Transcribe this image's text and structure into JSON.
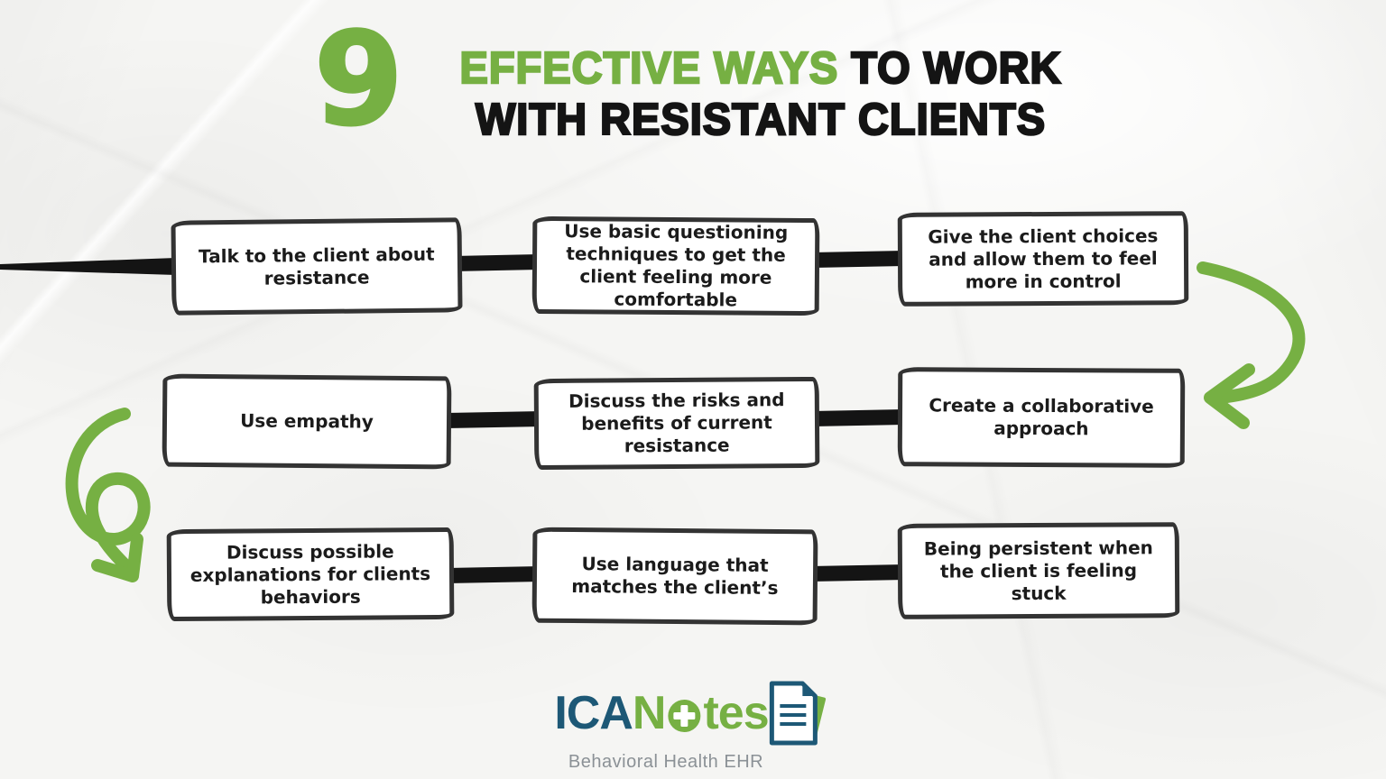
{
  "colors": {
    "green": "#76b043",
    "ink": "#141414",
    "border": "#333333",
    "paper": "#f5f5f3",
    "logo_blue": "#1d5876",
    "logo_gray": "#8b9196"
  },
  "title": {
    "number": "9",
    "highlight": "EFFECTIVE WAYS",
    "line1_rest": "TO WORK",
    "line2": "WITH RESISTANT CLIENTS"
  },
  "boxes": [
    {
      "label": "Talk to the client about resistance"
    },
    {
      "label": "Use basic questioning techniques to get the client feeling more comfortable"
    },
    {
      "label": "Give the client choices and allow them to feel more in control"
    },
    {
      "label": "Use empathy"
    },
    {
      "label": "Discuss the risks and benefits of current resistance"
    },
    {
      "label": "Create a collaborative approach"
    },
    {
      "label": "Discuss possible explanations for clients behaviors"
    },
    {
      "label": "Use language that matches the client’s"
    },
    {
      "label": "Being persistent when the client is feeling stuck"
    }
  ],
  "icons": {
    "right_arrow": "curved-arrow-left-icon",
    "left_arrow": "loop-arrow-down-icon",
    "document": "document-icon",
    "cross": "medical-cross-icon"
  },
  "logo": {
    "ica": "ICA",
    "notes_n": "N",
    "notes_tes": "tes",
    "tagline": "Behavioral Health EHR"
  }
}
